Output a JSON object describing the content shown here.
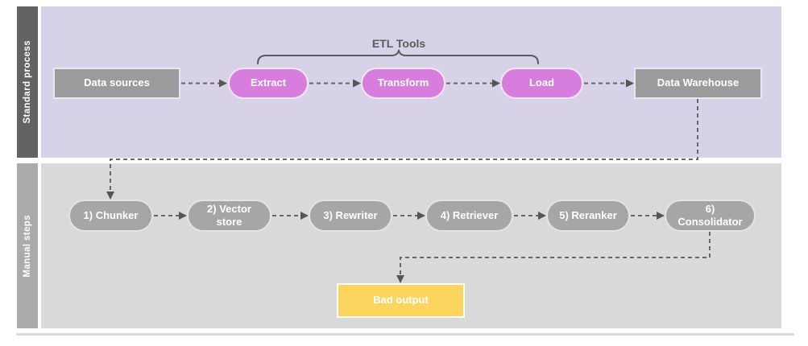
{
  "colors": {
    "lane1_background": "#d8d2e8",
    "lane1_label_bar": "#636363",
    "lane2_background": "#d9d9d9",
    "lane2_label_bar": "#ababab",
    "gray_node": "#9b9b9b",
    "pink_node": "#d67dde",
    "yellow_node": "#fbd55e",
    "connector": "#666666",
    "node_text": "#ffffff"
  },
  "lanes": [
    {
      "label": "Standard process"
    },
    {
      "label": "Manual steps"
    }
  ],
  "standard_process": {
    "bracket_label": "ETL Tools",
    "nodes": {
      "data_sources": "Data sources",
      "extract": "Extract",
      "transform": "Transform",
      "load": "Load",
      "data_warehouse": "Data Warehouse"
    }
  },
  "manual_steps": {
    "nodes": [
      "1) Chunker",
      "2) Vector store",
      "3) Rewriter",
      "4) Retriever",
      "5) Reranker",
      "6) Consolidator"
    ],
    "bad_output": "Bad output"
  }
}
